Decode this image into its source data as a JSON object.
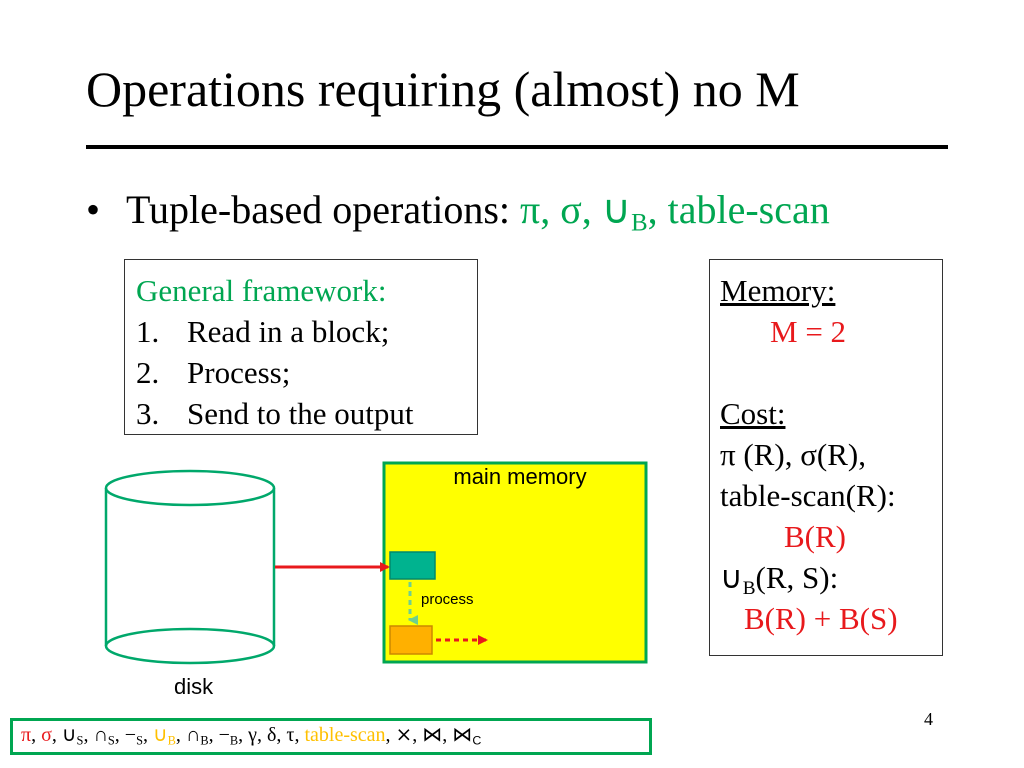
{
  "slide": {
    "title": "Operations requiring (almost) no M",
    "page_number": "4"
  },
  "bullet": {
    "marker": "•",
    "lead": "Tuple-based operations: ",
    "ops_prefix": "π, σ, ",
    "union_symbol": "∪",
    "union_sub": "B",
    "ops_suffix": ", table-scan"
  },
  "framework": {
    "heading": "General framework:",
    "steps": [
      {
        "num": "1.",
        "text": "Read in a block;"
      },
      {
        "num": "2.",
        "text": "Process;"
      },
      {
        "num": "3.",
        "text": "Send to the output"
      }
    ]
  },
  "memory_box": {
    "memory_heading": "Memory:",
    "memory_value": "M = 2",
    "cost_heading": "Cost:",
    "cost_line1": "π (R), σ(R),",
    "cost_line2": "table-scan(R):",
    "cost_value1": "B(R)",
    "union_symbol": "∪",
    "union_sub": "B",
    "union_args": "(R, S):",
    "cost_value2": "B(R) + B(S)"
  },
  "diagram": {
    "main_memory_label": "main memory",
    "process_label": "process",
    "disk_label": "disk"
  },
  "ops_bar": {
    "items": [
      {
        "text": "π",
        "color": "red"
      },
      {
        "text": ", "
      },
      {
        "text": "σ",
        "color": "red"
      },
      {
        "text": ", "
      },
      {
        "text": "∪",
        "sans": true
      },
      {
        "text": "S",
        "sub": true
      },
      {
        "text": ", ∩"
      },
      {
        "text": "S",
        "sub": true
      },
      {
        "text": ", −"
      },
      {
        "text": "S",
        "sub": true
      },
      {
        "text": ", "
      },
      {
        "text": "∪",
        "sans": true,
        "color": "orange"
      },
      {
        "text": "B",
        "sub": true,
        "color": "orange"
      },
      {
        "text": ", ∩"
      },
      {
        "text": "B",
        "sub": true
      },
      {
        "text": ", −"
      },
      {
        "text": "B",
        "sub": true
      },
      {
        "text": ", γ,  δ,  τ, "
      },
      {
        "text": "table-scan",
        "color": "orange"
      },
      {
        "text": ",  ⨯,  ⋈,  ⋈"
      },
      {
        "text": "C",
        "sub": true,
        "sans": true
      }
    ]
  },
  "colors": {
    "accent_green": "#00a651",
    "highlight_red": "#e8191c",
    "memory_yellow": "#ffff00",
    "block_teal": "#00b38f",
    "block_orange": "#ffb000",
    "orange_text": "#ffc000"
  }
}
